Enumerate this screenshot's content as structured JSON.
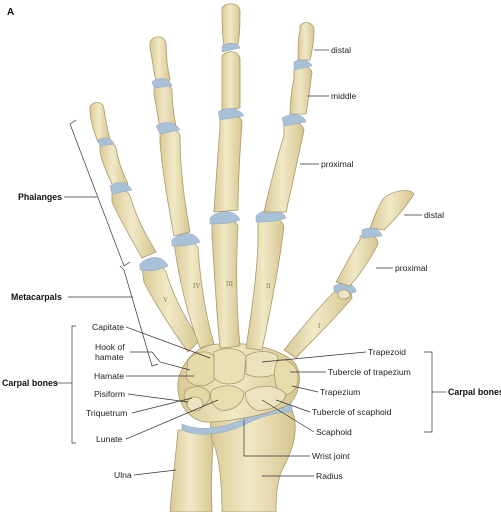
{
  "figure_letter": "A",
  "colors": {
    "bone": "#eadfb5",
    "bone_shade": "#d8c995",
    "cartilage": "#a9c1d8",
    "leader": "#333333",
    "text": "#222222"
  },
  "labels": {
    "distal": "distal",
    "middle": "middle",
    "proximal": "proximal",
    "thumb_distal": "distal",
    "thumb_proximal": "proximal",
    "phalanges": "Phalanges",
    "metacarpals": "Metacarpals",
    "carpal_bones_left": "Carpal bones",
    "carpal_bones_right": "Carpal bones",
    "capitate": "Capitate",
    "hook_of_hamate_1": "Hook of",
    "hook_of_hamate_2": "hamate",
    "hamate": "Hamate",
    "pisiform": "Pisiform",
    "triquetrum": "Triquetrum",
    "lunate": "Lunate",
    "ulna": "Ulna",
    "trapezoid": "Trapezoid",
    "tubercle_of_trapezium": "Tubercle of trapezium",
    "trapezium": "Trapezium",
    "tubercle_of_scaphoid": "Tubercle of scaphoid",
    "scaphoid": "Scaphoid",
    "wrist_joint": "Wrist joint",
    "radius": "Radius"
  },
  "metacarpal_numerals": [
    "V",
    "IV",
    "III",
    "II",
    "I"
  ]
}
